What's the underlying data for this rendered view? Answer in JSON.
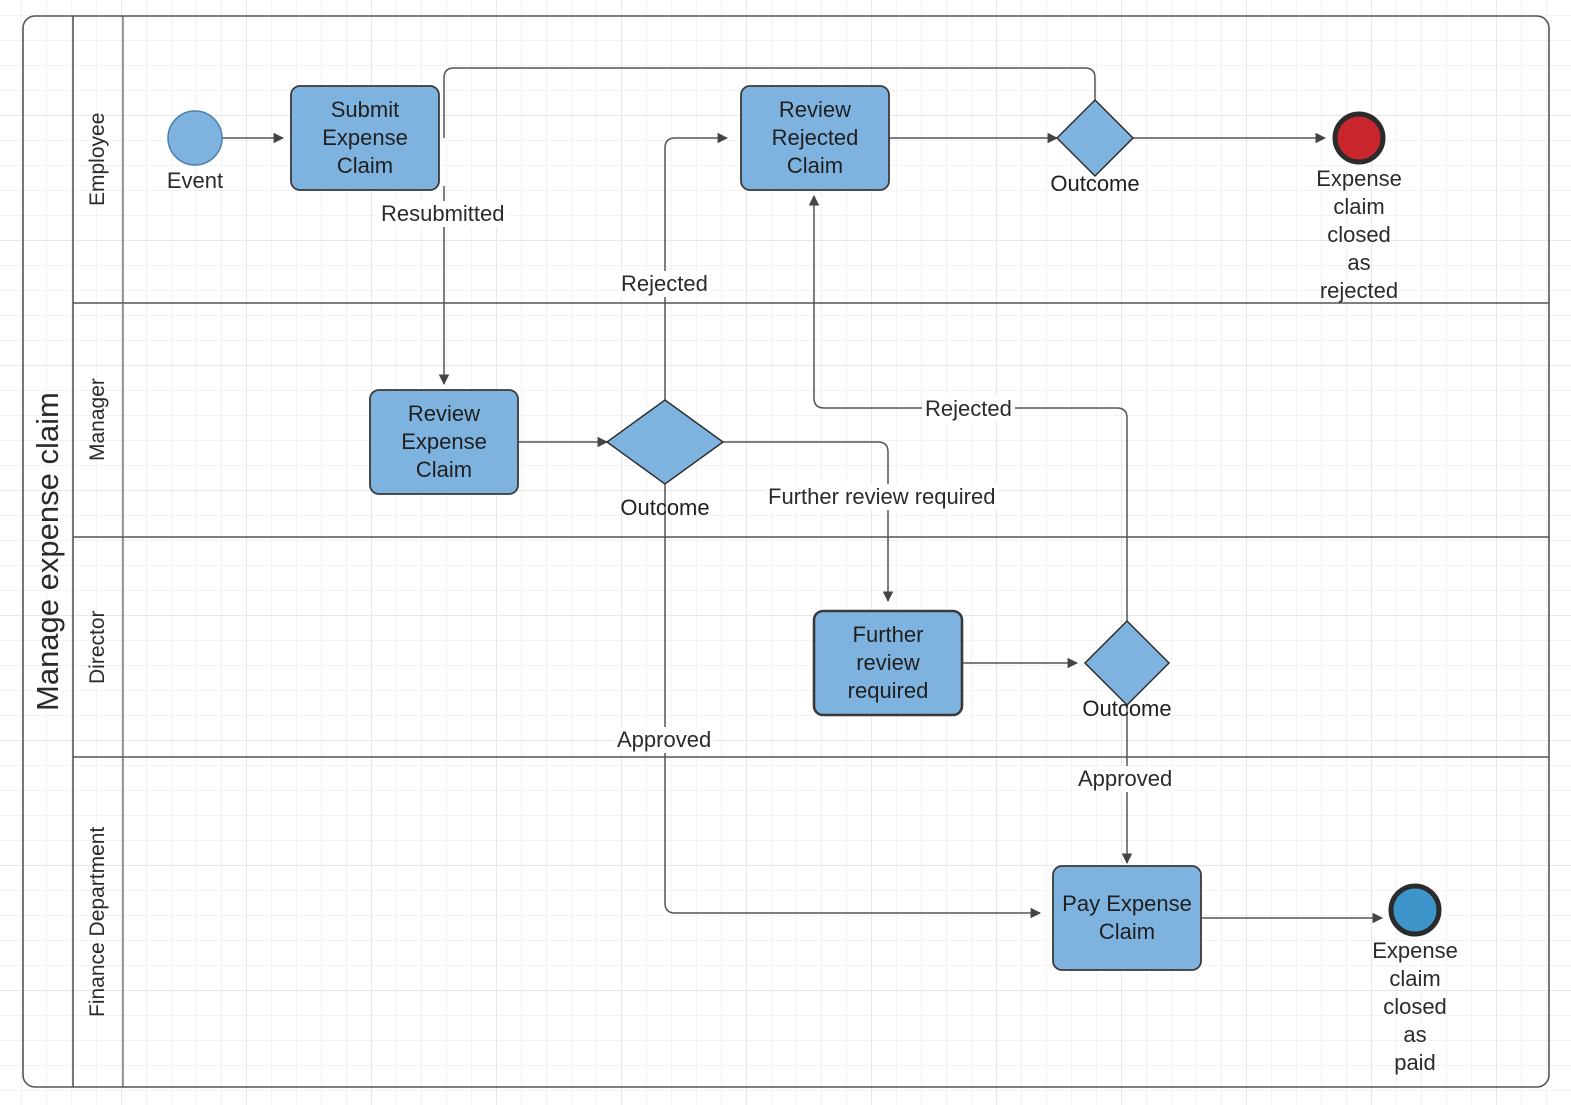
{
  "diagram": {
    "type": "bpmn-swimlane",
    "pool_title": "Manage expense claim",
    "lanes": [
      {
        "id": "employee",
        "label": "Employee"
      },
      {
        "id": "manager",
        "label": "Manager"
      },
      {
        "id": "director",
        "label": "Director"
      },
      {
        "id": "finance",
        "label": "Finance Department"
      }
    ],
    "colors": {
      "task_fill": "#7FB3DF",
      "task_stroke": "#3a3a3a",
      "gateway_fill": "#7FB3DF",
      "start_event_fill": "#7FB3DF",
      "end_rejected_fill": "#C9252D",
      "end_paid_fill": "#3D95C9",
      "lane_border": "#555555",
      "edge_stroke": "#555555",
      "text": "#2b2b2b"
    },
    "nodes": {
      "start_event": {
        "shape": "circle",
        "lane": "employee",
        "caption": "Event"
      },
      "submit_expense_claim": {
        "shape": "task",
        "lane": "employee",
        "label": "Submit\nExpense\nClaim"
      },
      "review_rejected_claim": {
        "shape": "task",
        "lane": "employee",
        "label": "Review\nRejected\nClaim"
      },
      "employee_outcome": {
        "shape": "gateway",
        "lane": "employee",
        "label": "Outcome"
      },
      "end_rejected": {
        "shape": "end-event",
        "lane": "employee",
        "caption": "Expense\nclaim\nclosed\nas\nrejected"
      },
      "review_expense_claim": {
        "shape": "task",
        "lane": "manager",
        "label": "Review\nExpense\nClaim"
      },
      "manager_outcome": {
        "shape": "gateway",
        "lane": "manager",
        "label": "Outcome"
      },
      "further_review_required": {
        "shape": "task",
        "lane": "director",
        "label": "Further\nreview\nrequired"
      },
      "director_outcome": {
        "shape": "gateway",
        "lane": "director",
        "label": "Outcome"
      },
      "pay_expense_claim": {
        "shape": "task",
        "lane": "finance",
        "label": "Pay Expense\nClaim"
      },
      "end_paid": {
        "shape": "end-event",
        "lane": "finance",
        "caption": "Expense\nclaim\nclosed\nas\npaid"
      }
    },
    "edge_labels": {
      "resubmitted": "Resubmitted",
      "rejected_from_manager": "Rejected",
      "rejected_from_director": "Rejected",
      "further_review_required": "Further review required",
      "approved_from_manager": "Approved",
      "approved_from_director": "Approved"
    },
    "node_labels": {
      "event": "Event",
      "submit_expense_claim": "Submit Expense Claim",
      "review_rejected_claim": "Review Rejected Claim",
      "employee_outcome": "Outcome",
      "end_rejected": "Expense claim closed as rejected",
      "review_expense_claim": "Review Expense Claim",
      "manager_outcome": "Outcome",
      "further_review_required": "Further review required",
      "director_outcome": "Outcome",
      "pay_expense_claim": "Pay Expense Claim",
      "end_paid": "Expense claim closed as paid"
    }
  }
}
